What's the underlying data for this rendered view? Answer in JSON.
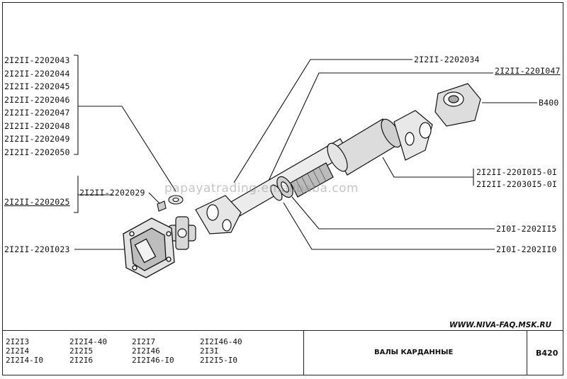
{
  "left_group_parts": [
    "2I2II-2202043",
    "2I2II-2202044",
    "2I2II-2202045",
    "2I2II-2202046",
    "2I2II-2202047",
    "2I2II-2202048",
    "2I2II-2202049",
    "2I2II-2202050"
  ],
  "callouts": {
    "bolt": "2I2II-2202029",
    "flange_kit": "2I2II-2202025",
    "front_flange": "2I2II-220I023",
    "top_center": "2I2II-2202034",
    "top_right": "2I2II-220I047",
    "cv_joint": "B400",
    "shaft_a": "2I2II-220I0I5-0I",
    "shaft_b": "2I2II-22030I5-0I",
    "ring_a": "2I0I-2202II5",
    "ring_b": "2I0I-2202II0"
  },
  "watermark": "papayatrading.en.alibaba.com",
  "website": "WWW.NIVA-FAQ.MSK.RU",
  "footer": {
    "models_col1": [
      "2I2I3",
      "2I2I4",
      "2I2I4-I0"
    ],
    "models_col2": [
      "2I2I4-40",
      "2I2I5",
      "2I2I6"
    ],
    "models_col3": [
      "2I2I7",
      "2I2I46",
      "2I2I46-I0"
    ],
    "models_col4": [
      "2I2I46-40",
      "2I3I",
      "2I2I5-I0"
    ],
    "title": "ВАЛЫ КАРДАННЫЕ",
    "page": "B420"
  }
}
